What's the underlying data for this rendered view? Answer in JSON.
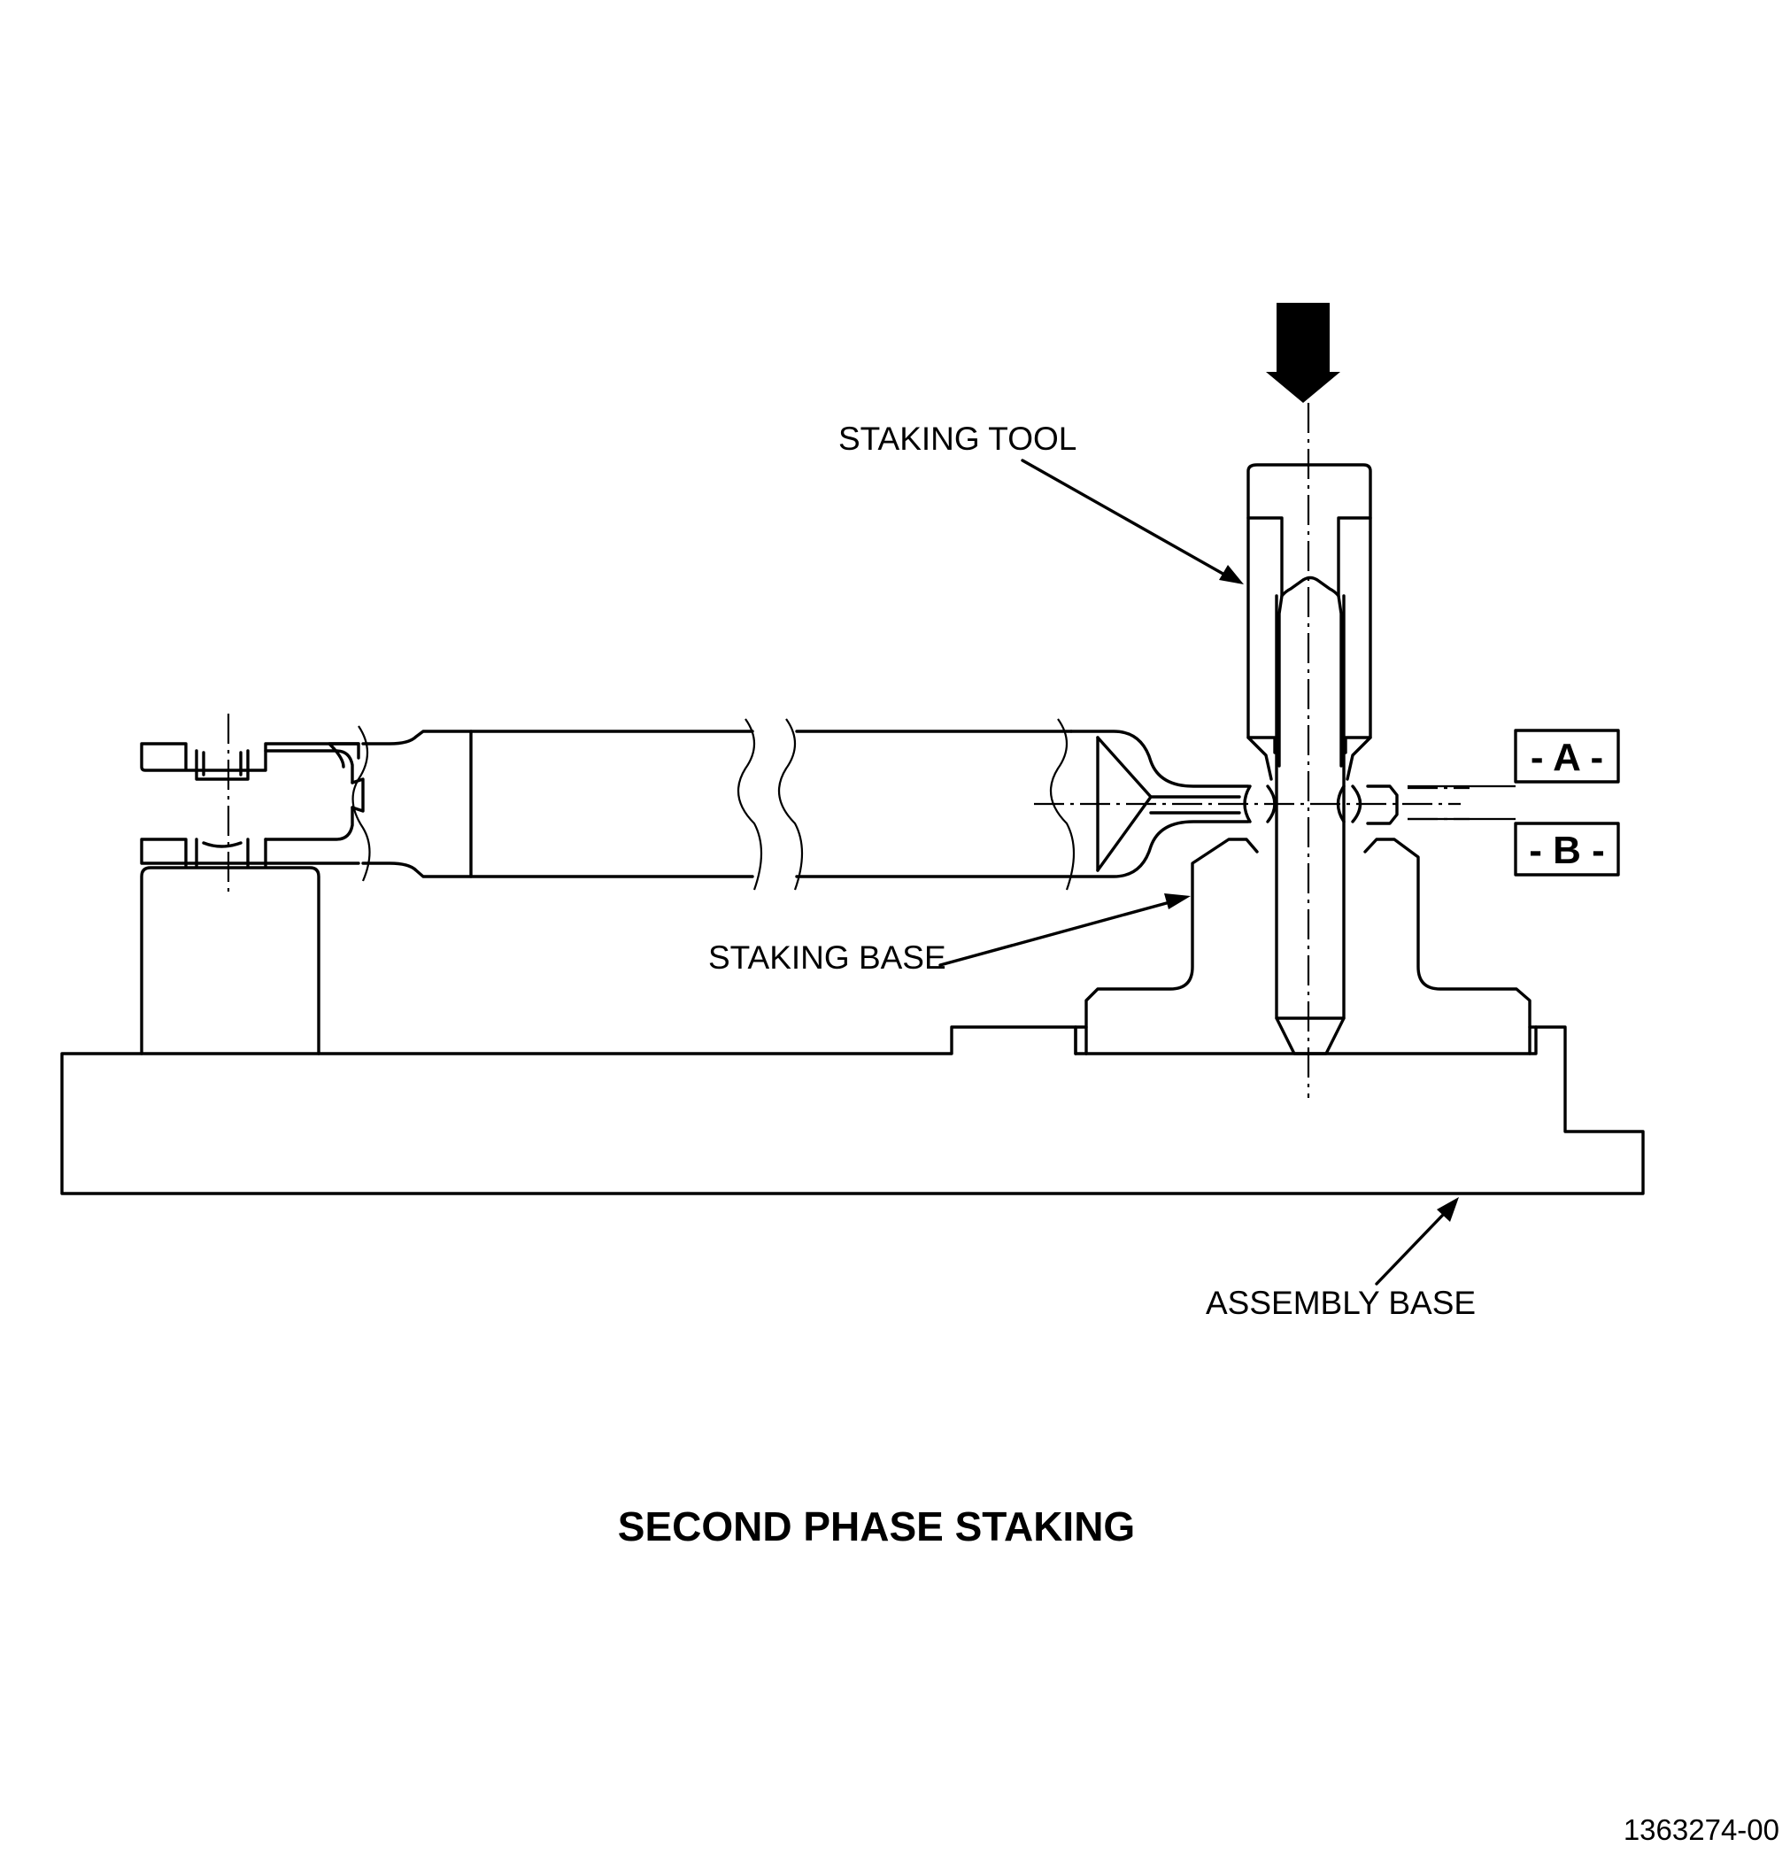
{
  "labels": {
    "staking_tool": "STAKING TOOL",
    "staking_base": "STAKING BASE",
    "assembly_base": "ASSEMBLY BASE"
  },
  "datums": {
    "a": "- A -",
    "b": "- B -"
  },
  "title": "SECOND PHASE STAKING",
  "figure_number": "1363274-00"
}
